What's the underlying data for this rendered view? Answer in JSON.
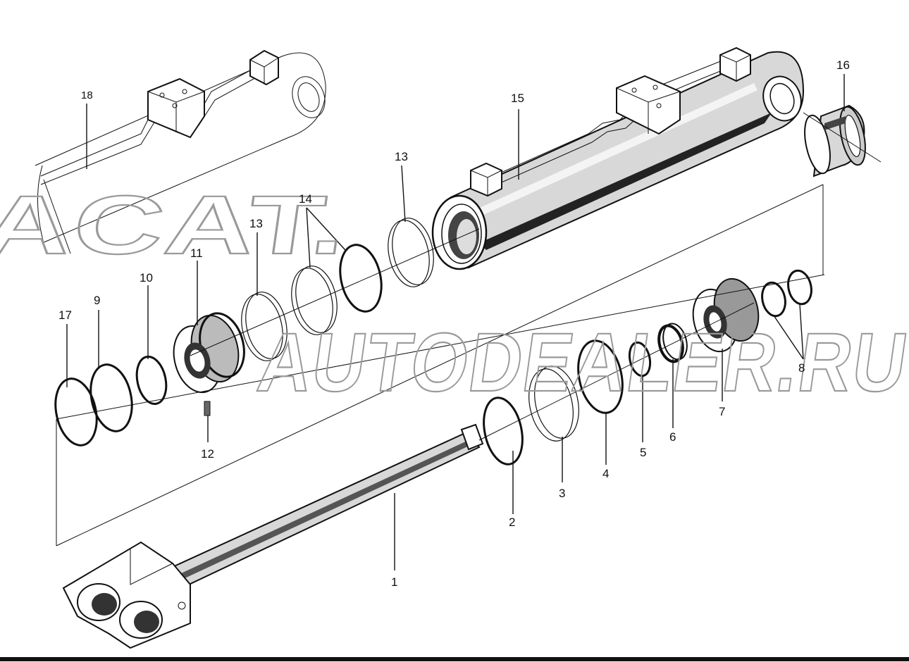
{
  "watermark": "ACAT.AUTODEALER.RU",
  "callouts": [
    {
      "id": "c1",
      "label": "1"
    },
    {
      "id": "c2",
      "label": "2"
    },
    {
      "id": "c3",
      "label": "3"
    },
    {
      "id": "c4",
      "label": "4"
    },
    {
      "id": "c5",
      "label": "5"
    },
    {
      "id": "c6",
      "label": "6"
    },
    {
      "id": "c7",
      "label": "7"
    },
    {
      "id": "c8",
      "label": "8"
    },
    {
      "id": "c9",
      "label": "9"
    },
    {
      "id": "c10",
      "label": "10"
    },
    {
      "id": "c11",
      "label": "11"
    },
    {
      "id": "c12",
      "label": "12"
    },
    {
      "id": "c13a",
      "label": "13"
    },
    {
      "id": "c13b",
      "label": "13"
    },
    {
      "id": "c14",
      "label": "14"
    },
    {
      "id": "c15",
      "label": "15"
    },
    {
      "id": "c16",
      "label": "16"
    },
    {
      "id": "c17",
      "label": "17"
    },
    {
      "id": "c18",
      "label": "18"
    }
  ]
}
